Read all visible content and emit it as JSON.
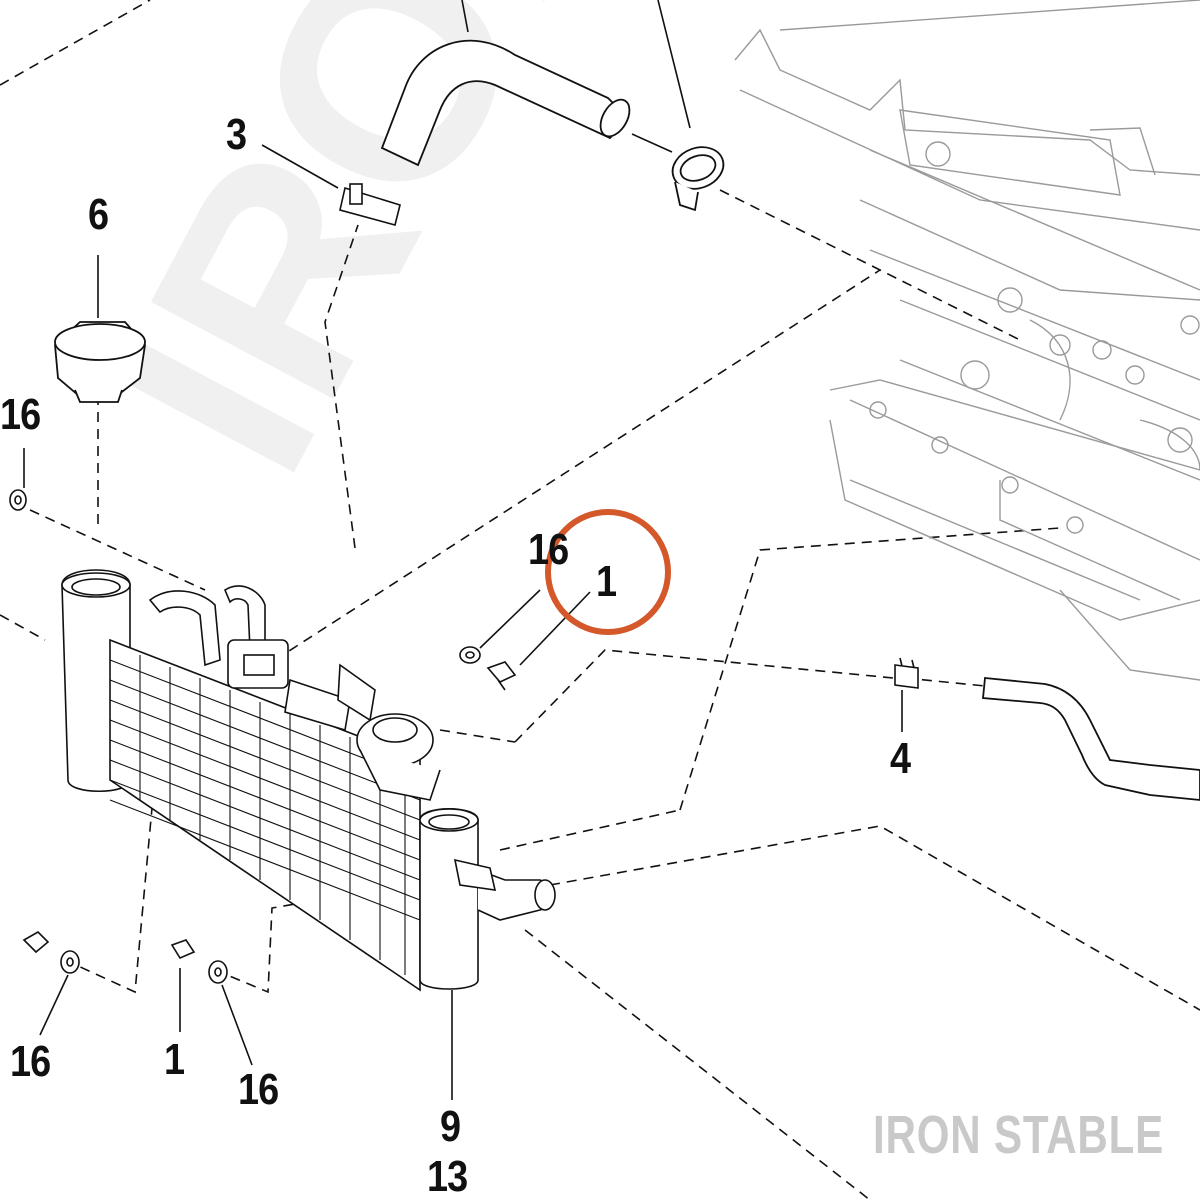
{
  "diagram": {
    "callouts": [
      {
        "id": "c3",
        "label": "3"
      },
      {
        "id": "c6",
        "label": "6"
      },
      {
        "id": "c16-left",
        "label": "16"
      },
      {
        "id": "c16-mid",
        "label": "16"
      },
      {
        "id": "c1-highlighted",
        "label": "1"
      },
      {
        "id": "c4",
        "label": "4"
      },
      {
        "id": "c16-bl",
        "label": "16"
      },
      {
        "id": "c1-bottom",
        "label": "1"
      },
      {
        "id": "c16-bottom",
        "label": "16"
      },
      {
        "id": "c9",
        "label": "9"
      },
      {
        "id": "c13",
        "label": "13"
      }
    ],
    "highlight": {
      "target": "c1-highlighted",
      "color": "#d4582a"
    },
    "parts": [
      "radiator",
      "radiator-cap",
      "upper-hose",
      "hose-clamp",
      "sensor-connector",
      "lower-hose",
      "small-clip",
      "engine-block",
      "bolt",
      "washer"
    ]
  },
  "watermark": {
    "text": "IRON STABLE",
    "color": "#c9c9c9"
  }
}
